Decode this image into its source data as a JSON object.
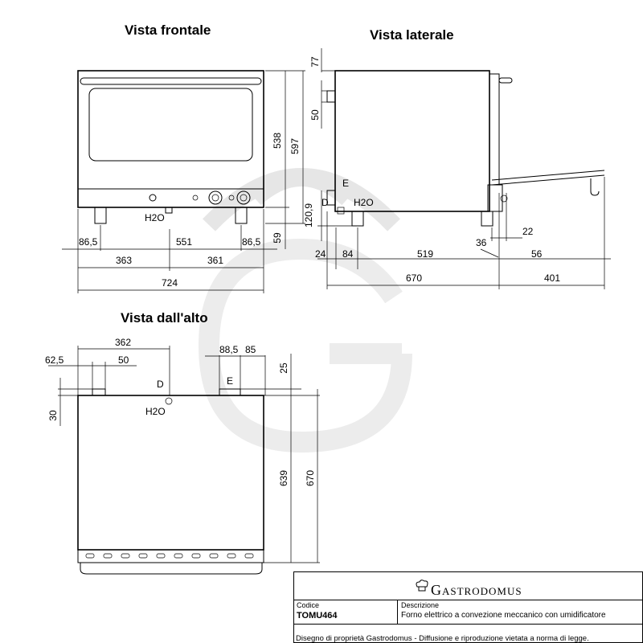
{
  "views": {
    "front": "Vista frontale",
    "side": "Vista laterale",
    "top": "Vista dall'alto"
  },
  "front_dims": {
    "h538": "538",
    "h597": "597",
    "h59": "59",
    "w86a": "86,5",
    "w551": "551",
    "w86b": "86,5",
    "w363": "363",
    "w361": "361",
    "w724": "724",
    "h2o": "H2O"
  },
  "side_dims": {
    "h77": "77",
    "h50": "50",
    "h120": "120,9",
    "d": "D",
    "e": "E",
    "h2o": "H2O",
    "w24": "24",
    "w84": "84",
    "w519": "519",
    "w36": "36",
    "w22": "22",
    "w56": "56",
    "w670": "670",
    "w401": "401"
  },
  "top_dims": {
    "w362": "362",
    "w62": "62,5",
    "w50": "50",
    "w88": "88,5",
    "w85": "85",
    "h25": "25",
    "h30": "30",
    "h639": "639",
    "h670": "670",
    "d": "D",
    "e": "E",
    "h2o": "H2O"
  },
  "title_block": {
    "brand": "Gastrodomus",
    "code_label": "Codice",
    "code": "TOMU464",
    "desc_label": "Descrizione",
    "desc": "Forno elettrico a convezione meccanico con umidificatore",
    "footer": "Disegno di proprietà Gastrodomus -  Diffusione e riproduzione vietata a norma di legge."
  }
}
